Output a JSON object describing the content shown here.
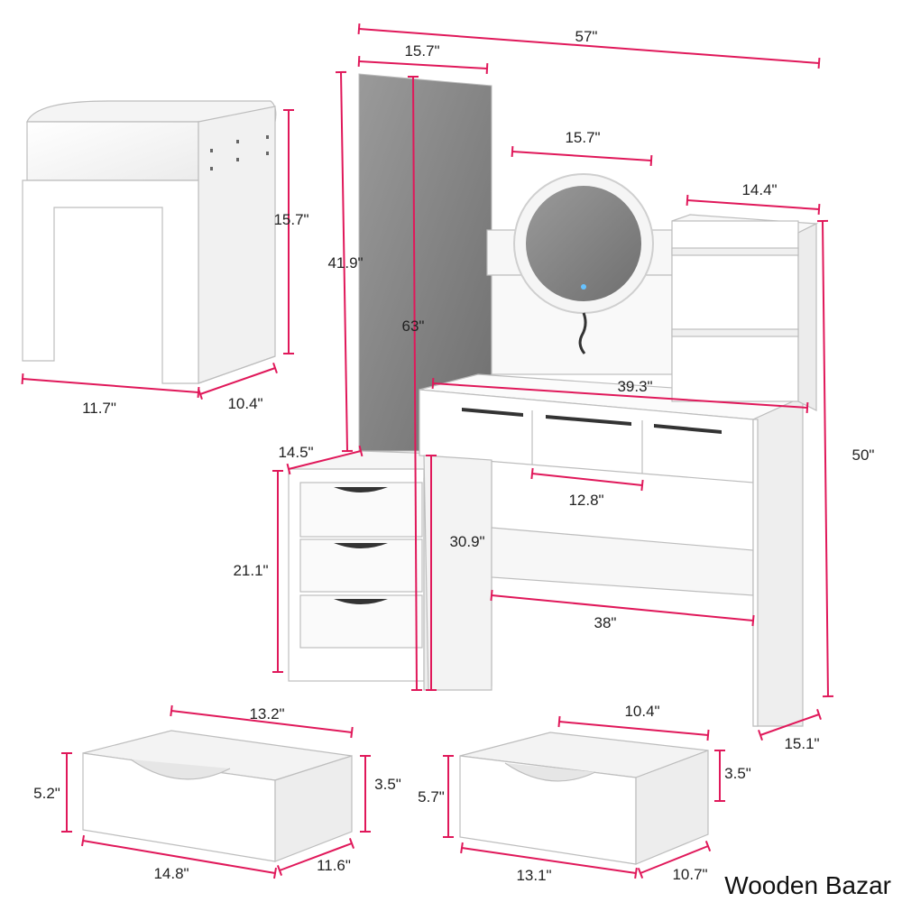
{
  "colors": {
    "dimension_line": "#e0185a",
    "furniture": "#ffffff",
    "furniture_edge": "#bdbdbd",
    "mirror_glass": "#8a8a8a",
    "text": "#222222"
  },
  "dimensions": {
    "overall_width": "57\"",
    "mirror_panel_width": "15.7\"",
    "round_mirror_width": "15.7\"",
    "hutch_width": "14.4\"",
    "stool_height": "15.7\"",
    "stool_width": "11.7\"",
    "stool_depth": "10.4\"",
    "panel_height": "41.9\"",
    "total_height_left": "63\"",
    "desk_width": "39.3\"",
    "total_height_right": "50\"",
    "cabinet_depth": "14.5\"",
    "center_drawer_width": "12.8\"",
    "desk_height": "30.9\"",
    "cabinet_height": "21.1\"",
    "knee_space_width": "38\"",
    "desk_depth": "15.1\"",
    "large_drawer_inner_width": "13.2\"",
    "large_drawer_height": "5.2\"",
    "large_drawer_side_height": "3.5\"",
    "large_drawer_width": "14.8\"",
    "large_drawer_depth": "11.6\"",
    "small_drawer_inner_width": "10.4\"",
    "small_drawer_height": "5.7\"",
    "small_drawer_side_height": "3.5\"",
    "small_drawer_width": "13.1\"",
    "small_drawer_depth": "10.7\""
  },
  "watermark": "Wooden Bazar"
}
